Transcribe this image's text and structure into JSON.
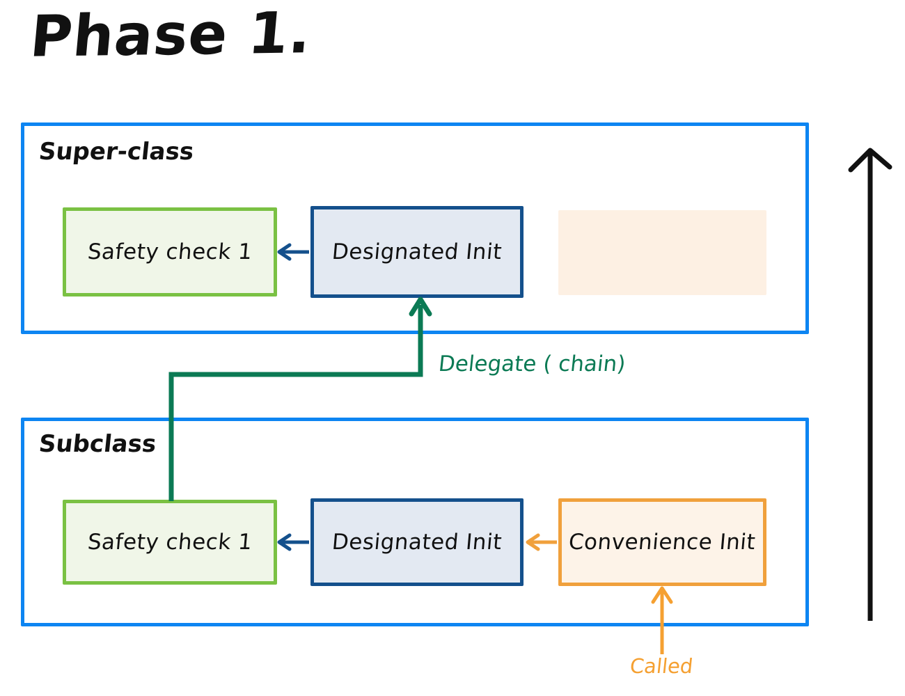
{
  "title": "Phase 1.",
  "colors": {
    "container_border": "#0d85f2",
    "safety_border": "#7ac143",
    "safety_fill": "#f0f6e8",
    "designated_border": "#14508c",
    "designated_fill": "#e3e9f2",
    "convenience_border": "#f0a03c",
    "convenience_fill": "#fdf3e8",
    "ghost_fill": "#fdf0e3",
    "delegate_green": "#0b7a54",
    "called_orange": "#f5a031",
    "phase_arrow_black": "#111111",
    "text_black": "#111111"
  },
  "superclass": {
    "label": "Super-class",
    "safety_check": "Safety check 1",
    "designated_init": "Designated Init",
    "ghost_box": ""
  },
  "subclass": {
    "label": "Subclass",
    "safety_check": "Safety check 1",
    "designated_init": "Designated Init",
    "convenience_init": "Convenience Init"
  },
  "annotations": {
    "delegate": "Delegate ( chain)",
    "called": "Called"
  },
  "arrows": [
    {
      "name": "super-designated-to-safety",
      "color": "#14508c",
      "from": "Designated Init (Super-class)",
      "to": "Safety check 1 (Super-class)",
      "direction": "left"
    },
    {
      "name": "delegate-chain",
      "color": "#0b7a54",
      "from": "Safety check 1 (Subclass)",
      "to": "Designated Init (Super-class)",
      "direction": "up",
      "label": "Delegate ( chain)"
    },
    {
      "name": "sub-designated-to-safety",
      "color": "#14508c",
      "from": "Designated Init (Subclass)",
      "to": "Safety check 1 (Subclass)",
      "direction": "left"
    },
    {
      "name": "sub-convenience-to-designated",
      "color": "#f0a03c",
      "from": "Convenience Init (Subclass)",
      "to": "Designated Init (Subclass)",
      "direction": "left"
    },
    {
      "name": "called-arrow",
      "color": "#f5a031",
      "from": "Called",
      "to": "Convenience Init (Subclass)",
      "direction": "up",
      "label": "Called"
    },
    {
      "name": "phase-direction-arrow",
      "color": "#111111",
      "from": "bottom",
      "to": "top",
      "direction": "up"
    }
  ]
}
